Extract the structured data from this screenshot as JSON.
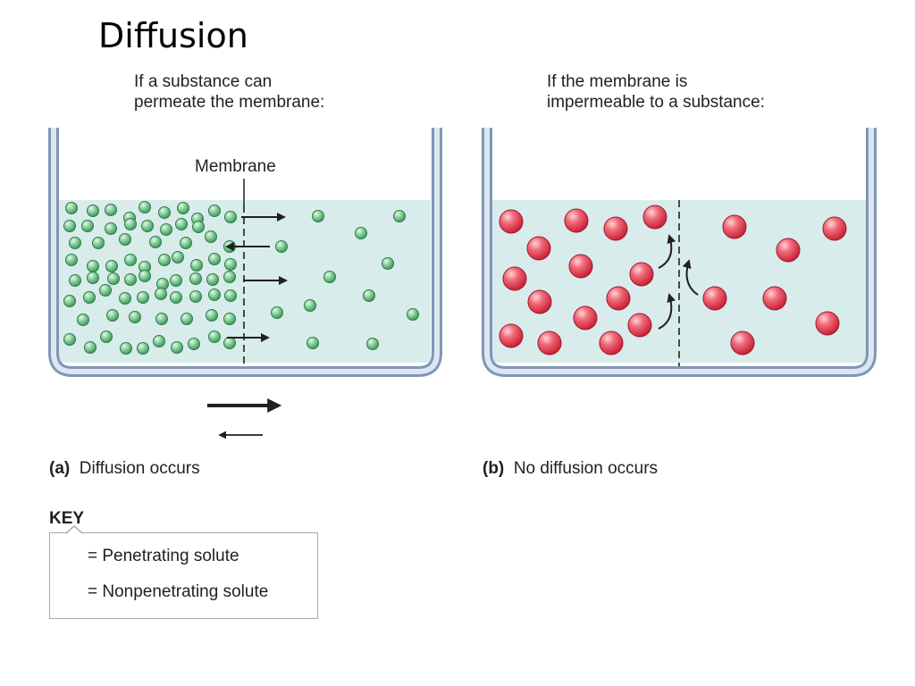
{
  "title": "Diffusion",
  "panel_a": {
    "heading_line1": "If a substance can",
    "heading_line2": "permeate the membrane:",
    "membrane_label": "Membrane",
    "caption_letter": "(a)",
    "caption_text": "Diffusion occurs"
  },
  "panel_b": {
    "heading_line1": "If the membrane is",
    "heading_line2": "impermeable to a substance:",
    "caption_letter": "(b)",
    "caption_text": "No diffusion occurs"
  },
  "key": {
    "title": "KEY",
    "penetrating_label": "= Penetrating solute",
    "nonpenetrating_label": "= Nonpenetrating solute"
  },
  "colors": {
    "water": "#d8ecec",
    "container_outer": "#7f97b5",
    "container_inner": "#ffffff",
    "penetrating_solute": "#6dbf86",
    "nonpenetrating_solute": "#e8495a",
    "arrow": "#231f20"
  }
}
